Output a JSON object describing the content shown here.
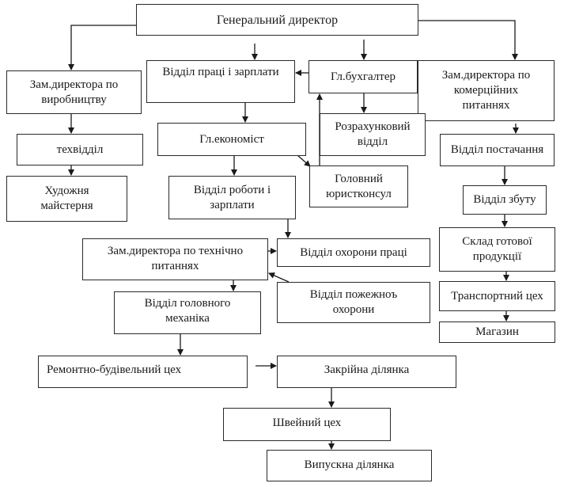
{
  "title": "Організаційна структура підприємства",
  "nodes": {
    "general_director": "Генеральний директор",
    "deputy_production": "Зам.директора по\nвиробництву",
    "labor_wages_dept": "Відділ праці і зарплати",
    "chief_accountant": "Гл.бухгалтер",
    "deputy_commercial": "Зам.директора по\nкомерційних\nпитаннях",
    "settlement_dept": "Розрахунковий\nвідділ",
    "tech_dept": "техвідділ",
    "chief_economist": "Гл.економіст",
    "supply_dept": "Відділ постачання",
    "art_workshop": "Художня\nмайстерня",
    "work_wages_dept": "Відділ роботи і\nзарплати",
    "chief_legal": "Головний\nюристконсул",
    "sales_dept": "Відділ збуту",
    "finished_goods_warehouse": "Склад готової\nпродукції",
    "deputy_technical": "Зам.директора по технічно\nпитаннях",
    "labor_safety_dept": "Відділ охорони праці",
    "transport_shop": "Транспортний цех",
    "fire_safety_dept": "Відділ пожежноъ\nохорони",
    "chief_mechanic_dept": "Відділ головного\nмеханіка",
    "shop_store": "Магазин",
    "repair_construction_shop": "Ремонтно-будівельний цех",
    "cutting_section": "Закрійна ділянка",
    "sewing_shop": "Швейний цех",
    "output_section": "Випускна ділянка"
  },
  "edges": [
    [
      "general_director",
      "deputy_production"
    ],
    [
      "general_director",
      "labor_wages_dept"
    ],
    [
      "general_director",
      "chief_accountant"
    ],
    [
      "general_director",
      "deputy_commercial"
    ],
    [
      "chief_accountant",
      "labor_wages_dept"
    ],
    [
      "chief_accountant",
      "settlement_dept"
    ],
    [
      "chief_legal",
      "chief_accountant"
    ],
    [
      "labor_wages_dept",
      "chief_economist"
    ],
    [
      "chief_economist",
      "work_wages_dept"
    ],
    [
      "chief_economist",
      "chief_legal"
    ],
    [
      "deputy_production",
      "tech_dept"
    ],
    [
      "tech_dept",
      "art_workshop"
    ],
    [
      "deputy_commercial",
      "supply_dept"
    ],
    [
      "supply_dept",
      "sales_dept"
    ],
    [
      "sales_dept",
      "finished_goods_warehouse"
    ],
    [
      "finished_goods_warehouse",
      "transport_shop"
    ],
    [
      "transport_shop",
      "shop_store"
    ],
    [
      "work_wages_dept",
      "labor_safety_dept"
    ],
    [
      "deputy_technical",
      "labor_safety_dept"
    ],
    [
      "fire_safety_dept",
      "deputy_technical"
    ],
    [
      "deputy_technical",
      "chief_mechanic_dept"
    ],
    [
      "chief_mechanic_dept",
      "repair_construction_shop"
    ],
    [
      "repair_construction_shop",
      "cutting_section"
    ],
    [
      "cutting_section",
      "sewing_shop"
    ],
    [
      "sewing_shop",
      "output_section"
    ]
  ]
}
